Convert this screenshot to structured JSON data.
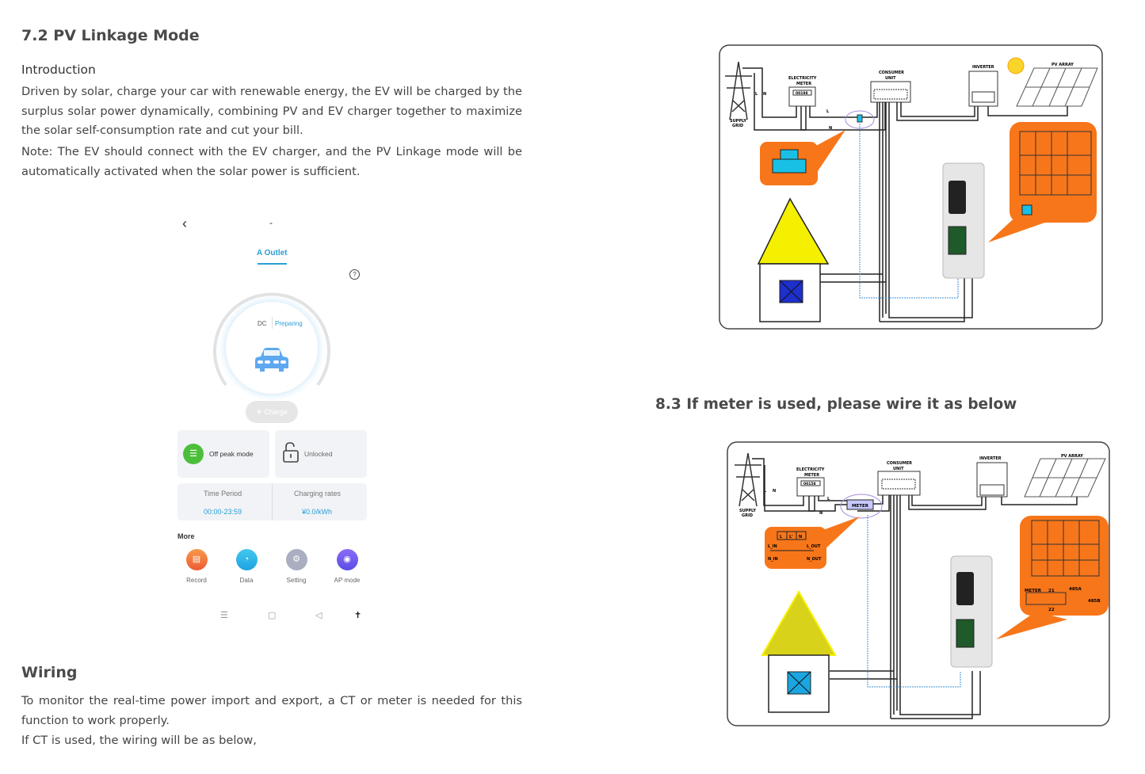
{
  "section_title": "7.2 PV Linkage Mode",
  "intro_heading": "Introduction",
  "intro_text": "Driven by solar, charge your car with renewable energy, the EV will be charged by the surplus solar power dynamically, combining PV and EV charger together to maximize the solar self-consumption rate and cut your bill.",
  "note_text": "Note: The EV should connect with the EV charger, and the PV Linkage mode will be automatically activated when the solar power is sufficient.",
  "phone": {
    "back_icon": "chevron-left-icon",
    "title": "-",
    "tab": "A Outlet",
    "help": "?",
    "connector_type": "DC",
    "status": "Preparing",
    "charge_button": "✦ Charge",
    "off_peak_label": "Off peak mode",
    "lock_label": "Unlocked",
    "time_period_label": "Time Period",
    "time_period_value": "00:00-23:59",
    "charging_rates_label": "Charging rates",
    "charging_rates_value": "¥0.0/kWh",
    "more_label": "More",
    "more_items": [
      {
        "label": "Record",
        "icon": "record-icon",
        "color": "#f0683a"
      },
      {
        "label": "Data",
        "icon": "data-icon",
        "color": "#26b3e8"
      },
      {
        "label": "Setting",
        "icon": "gear-icon",
        "color": "#a9afc0"
      },
      {
        "label": "AP mode",
        "icon": "ap-mode-icon",
        "color": "#6b5cf0"
      }
    ],
    "nav": [
      "☰",
      "▢",
      "◁",
      "✝"
    ]
  },
  "wiring_heading": "Wiring",
  "wiring_text": "To monitor the real-time power import and export, a CT or meter is needed for this function to work properly.",
  "ct_text": "If CT is used, the wiring will be as below,",
  "meter_heading": "8.3 If meter is used, please wire it as below",
  "diagram_ct": {
    "supply": "SUPPLY",
    "grid": "GRID",
    "meter1": "ELECTRICITY",
    "meter2": "METER",
    "meter_reading": "00198",
    "cu1": "CONSUMER",
    "cu2": "UNIT",
    "inverter": "INVERTER",
    "pv": "PV ARRAY",
    "l": "L",
    "n": "N"
  },
  "diagram_meter": {
    "supply": "SUPPLY",
    "grid": "GRID",
    "meter1": "ELECTRICITY",
    "meter2": "METER",
    "meter_reading": "00158",
    "cu1": "CONSUMER",
    "cu2": "UNIT",
    "inverter": "INVERTER",
    "pv": "PV ARRAY",
    "l": "L",
    "n": "N",
    "meter_box": "METER",
    "t_l": "L",
    "t_lp": "L'",
    "t_n": "N",
    "l_in": "L_IN",
    "l_out": "L_OUT",
    "n_in": "N_IN",
    "n_out": "N_OUT",
    "meter_lbl": "METER",
    "t21": "21",
    "t22": "22",
    "a485": "485A",
    "b485": "485B"
  },
  "colors": {
    "accent": "#2a9fd6",
    "callout": "#f7761a",
    "house": "#f5f000"
  }
}
